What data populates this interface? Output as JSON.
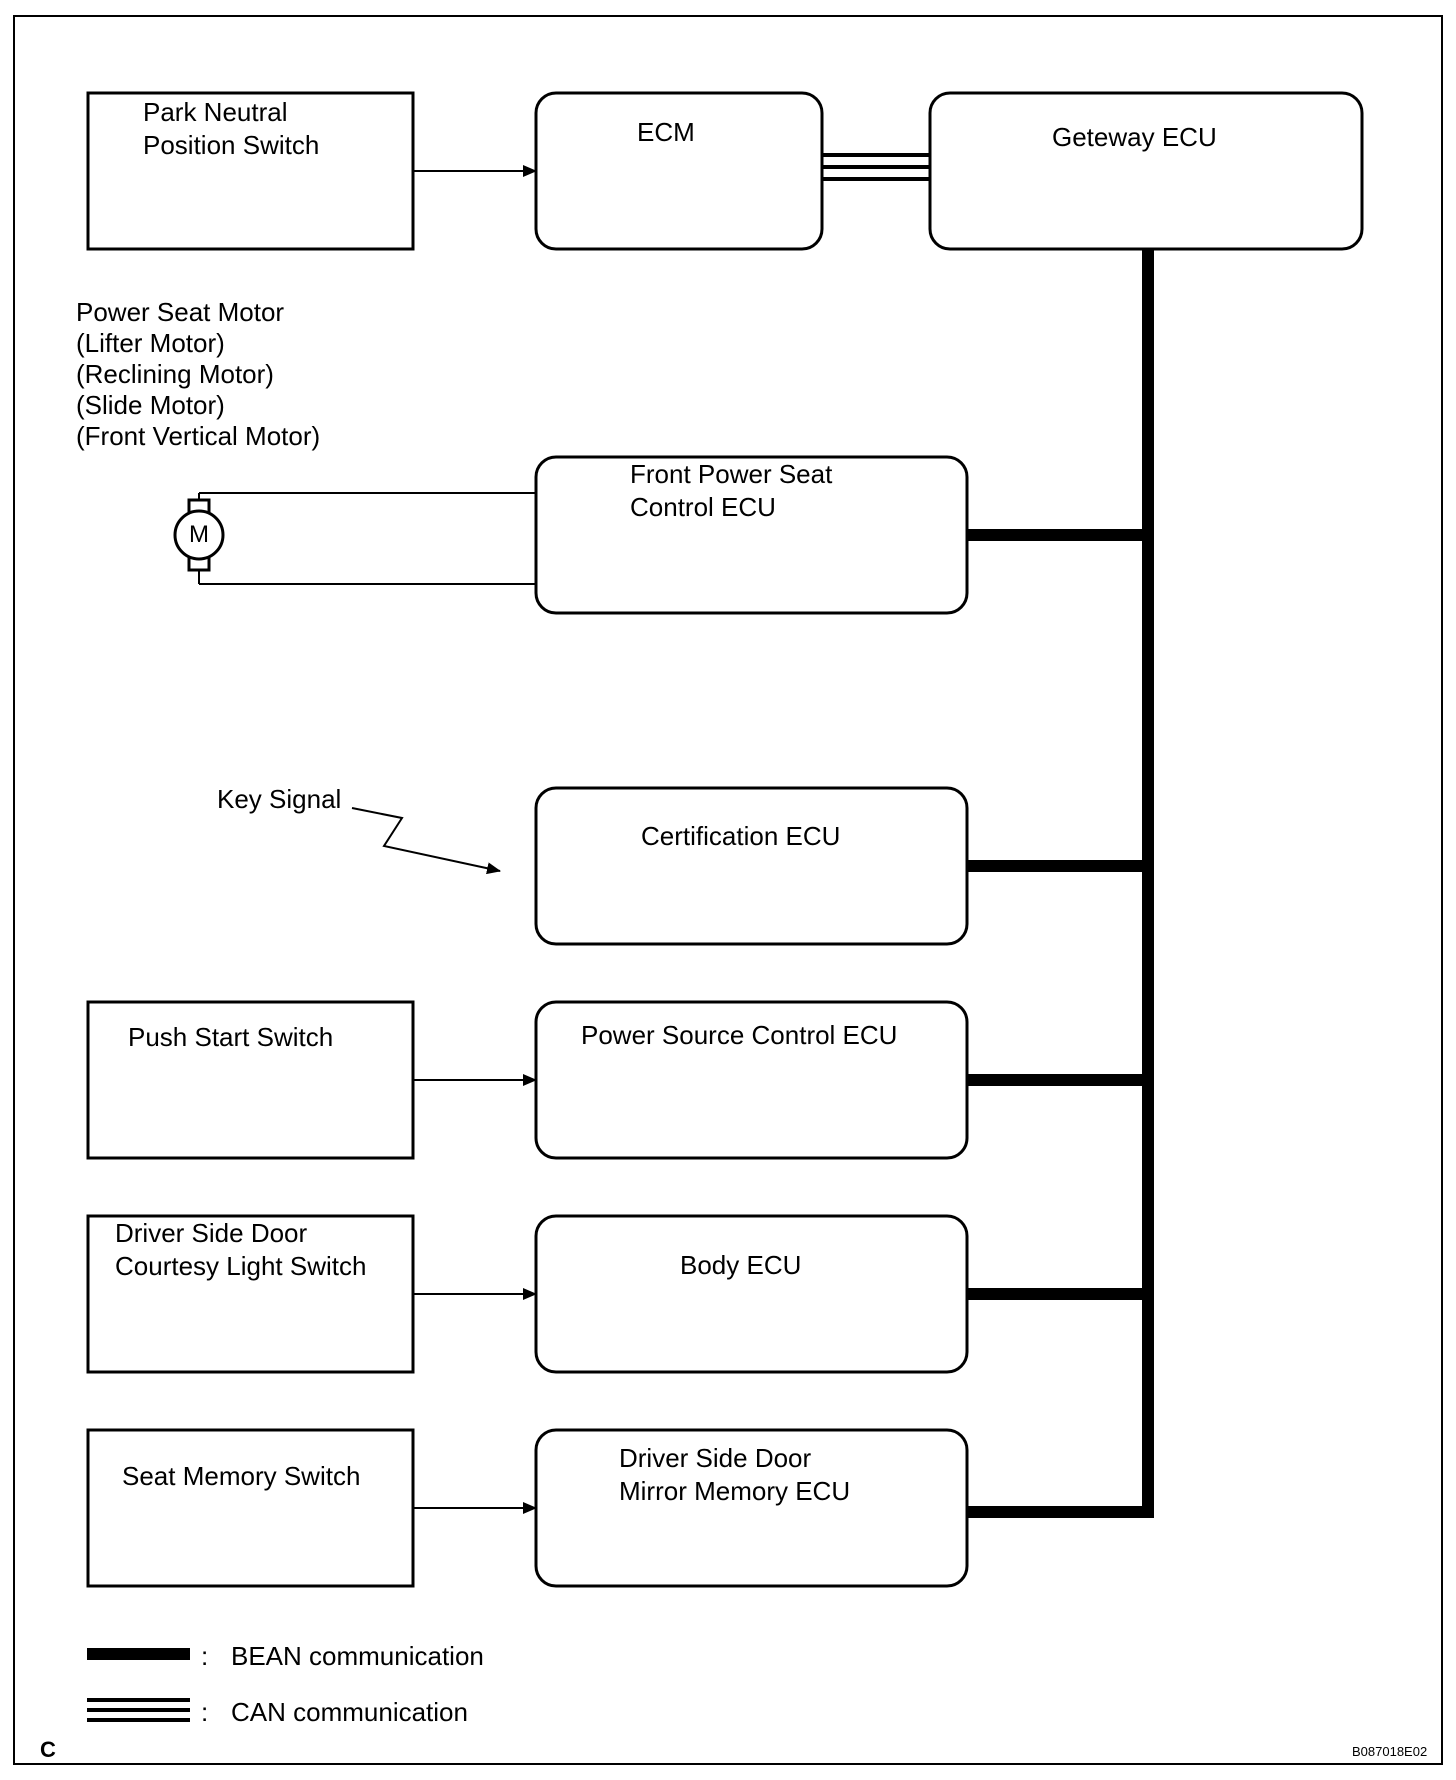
{
  "blocks": {
    "park_neutral_switch": {
      "line1": "Park Neutral",
      "line2": "Position Switch"
    },
    "ecm": "ECM",
    "gateway_ecu": "Geteway ECU",
    "front_power_seat_ecu": {
      "line1": "Front Power Seat",
      "line2": "Control ECU"
    },
    "certification_ecu": "Certification ECU",
    "push_start_switch": "Push Start Switch",
    "power_source_control_ecu": "Power Source Control ECU",
    "driver_door_courtesy_switch": {
      "line1": "Driver Side Door",
      "line2": "Courtesy Light Switch"
    },
    "body_ecu": "Body ECU",
    "seat_memory_switch": "Seat Memory Switch",
    "driver_door_mirror_ecu": {
      "line1": "Driver Side Door",
      "line2": "Mirror Memory ECU"
    }
  },
  "motor": {
    "label_lines": [
      "Power Seat Motor",
      "(Lifter Motor)",
      "(Reclining Motor)",
      "(Slide Motor)",
      "(Front Vertical Motor)"
    ],
    "symbol": "M"
  },
  "key_signal": "Key Signal",
  "legend": {
    "separator": ":",
    "bean": "BEAN communication",
    "can": "CAN communication"
  },
  "corner_letter": "C",
  "figure_code": "B087018E02"
}
